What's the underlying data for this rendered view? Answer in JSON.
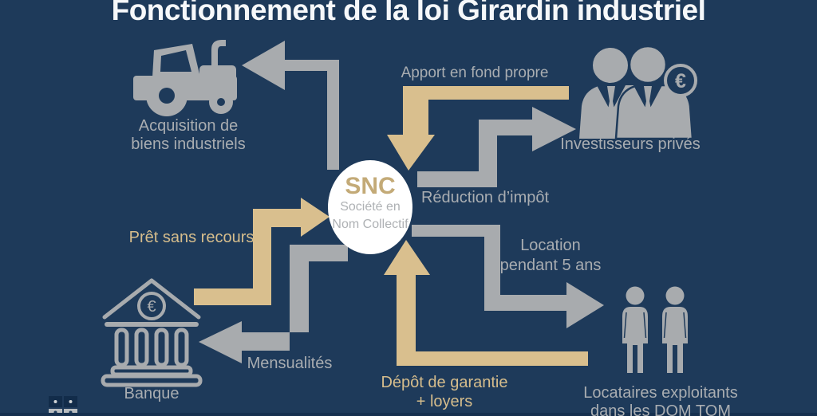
{
  "title": "Fonctionnement de la loi Girardin industriel",
  "colors": {
    "background": "#1e3a5a",
    "arrow_gray": "#a8abae",
    "arrow_tan": "#d9bf8e",
    "text_gray": "#a9adb1",
    "text_tan": "#d6bd8c",
    "title_white": "#f6f8fa",
    "circle_white": "#ffffff",
    "snc_text": "#c3aa77"
  },
  "center": {
    "acronym": "SNC",
    "lines": [
      "Société en",
      "Nom Collectif"
    ],
    "full_name": "Société en Nom Collectif"
  },
  "nodes": {
    "acquisition": {
      "lines": [
        "Acquisition de",
        "biens industriels"
      ]
    },
    "investisseurs": {
      "label": "Investisseurs privés"
    },
    "banque": {
      "label": "Banque"
    },
    "locataires": {
      "lines": [
        "Locataires exploitants",
        "dans les DOM TOM"
      ]
    }
  },
  "flows": {
    "apport": {
      "label": "Apport en fond propre"
    },
    "reduction": {
      "label": "Réduction d’impôt"
    },
    "location": {
      "lines": [
        "Location",
        "pendant 5 ans"
      ]
    },
    "pret": {
      "label": "Prêt sans recours"
    },
    "mensualites": {
      "label": "Mensualités"
    },
    "depot": {
      "lines": [
        "Dépôt de garantie",
        "+ loyers"
      ]
    }
  },
  "icons": {
    "euro": "€"
  }
}
